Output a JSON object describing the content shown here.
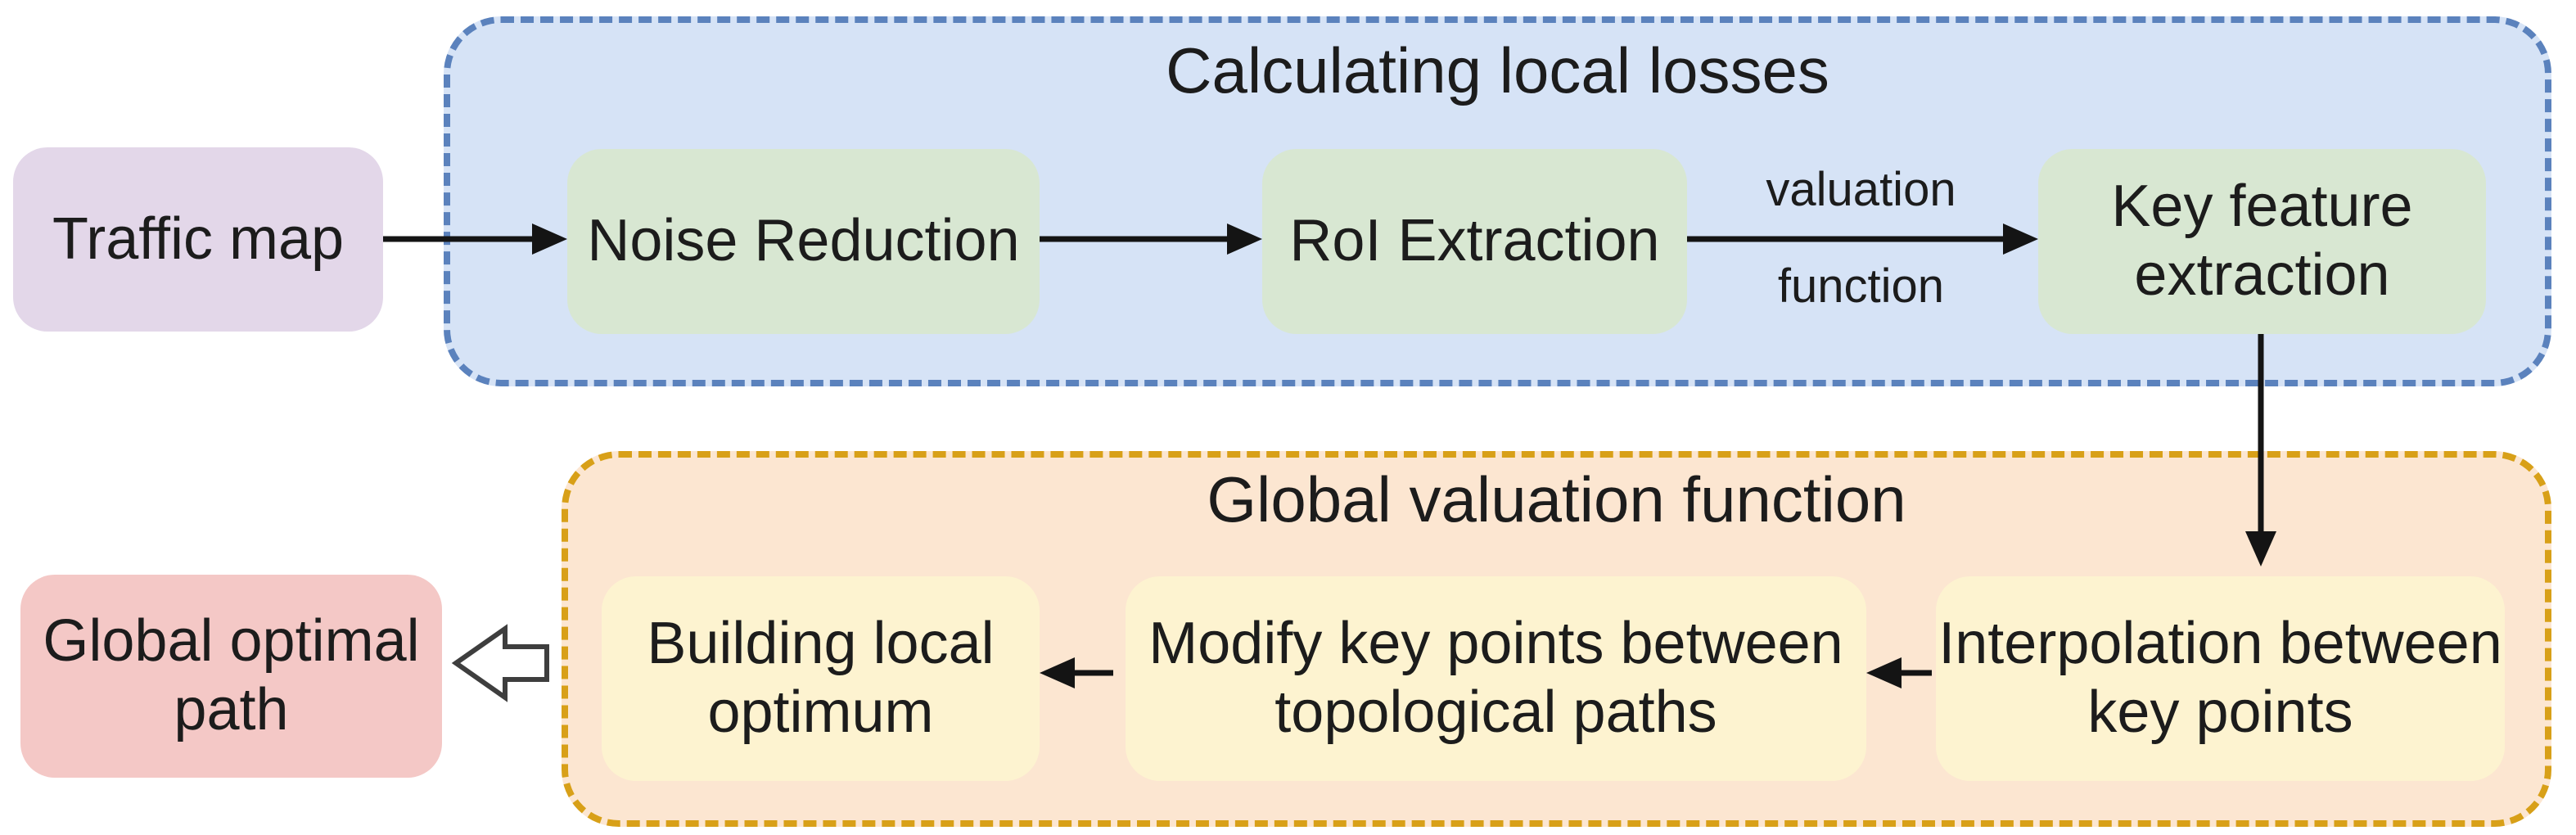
{
  "diagram": {
    "groups": {
      "local_losses": {
        "title": "Calculating local losses"
      },
      "global_valuation": {
        "title": "Global valuation function"
      }
    },
    "nodes": {
      "traffic_map": {
        "label": "Traffic map"
      },
      "noise_reduction": {
        "label": "Noise Reduction"
      },
      "roi_extraction": {
        "label": "RoI Extraction"
      },
      "key_feature_extraction": {
        "line1": "Key feature",
        "line2": "extraction"
      },
      "interpolation": {
        "line1": "Interpolation between",
        "line2": "key points"
      },
      "modify_key_points": {
        "line1": "Modify key points between",
        "line2": "topological paths"
      },
      "building_local_optimum": {
        "line1": "Building local",
        "line2": "optimum"
      },
      "global_optimal_path": {
        "line1": "Global optimal",
        "line2": "path"
      }
    },
    "edge_labels": {
      "valuation_function": {
        "line1": "valuation",
        "line2": "function"
      }
    },
    "colors": {
      "local_group_fill": "#d6e3f6",
      "local_group_border": "#5b82bd",
      "global_group_fill": "#fce6d1",
      "global_group_border": "#d8a018",
      "process_green": "#d8e7d2",
      "process_yellow": "#fdf3d0",
      "input_purple": "#e3d7e9",
      "output_pink": "#f4c8c6",
      "arrow_black": "#141414",
      "text": "#1c1c1c"
    }
  }
}
